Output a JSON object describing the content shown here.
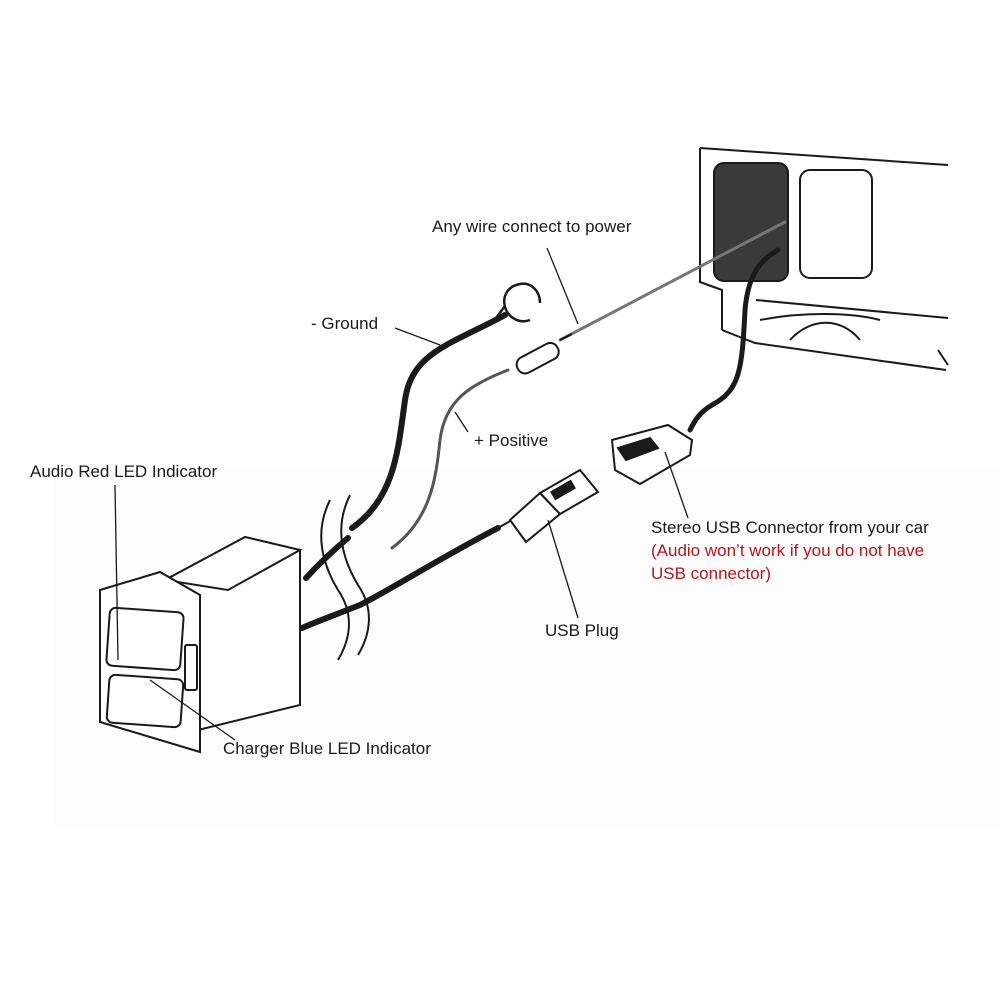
{
  "labels": {
    "power": "Any wire connect to power",
    "ground": "- Ground",
    "positive": "+ Positive",
    "audio_led": "Audio Red LED Indicator",
    "stereo_usb": "Stereo USB Connector from your car",
    "warning_line1": "(Audio won’t work if you do not have",
    "warning_line2": "USB connector)",
    "usb_plug": "USB Plug",
    "charger_led": "Charger Blue LED Indicator"
  },
  "colors": {
    "line": "#1a1a1a",
    "warning": "#b3171d",
    "panel_recess": "#3a3a3a"
  }
}
